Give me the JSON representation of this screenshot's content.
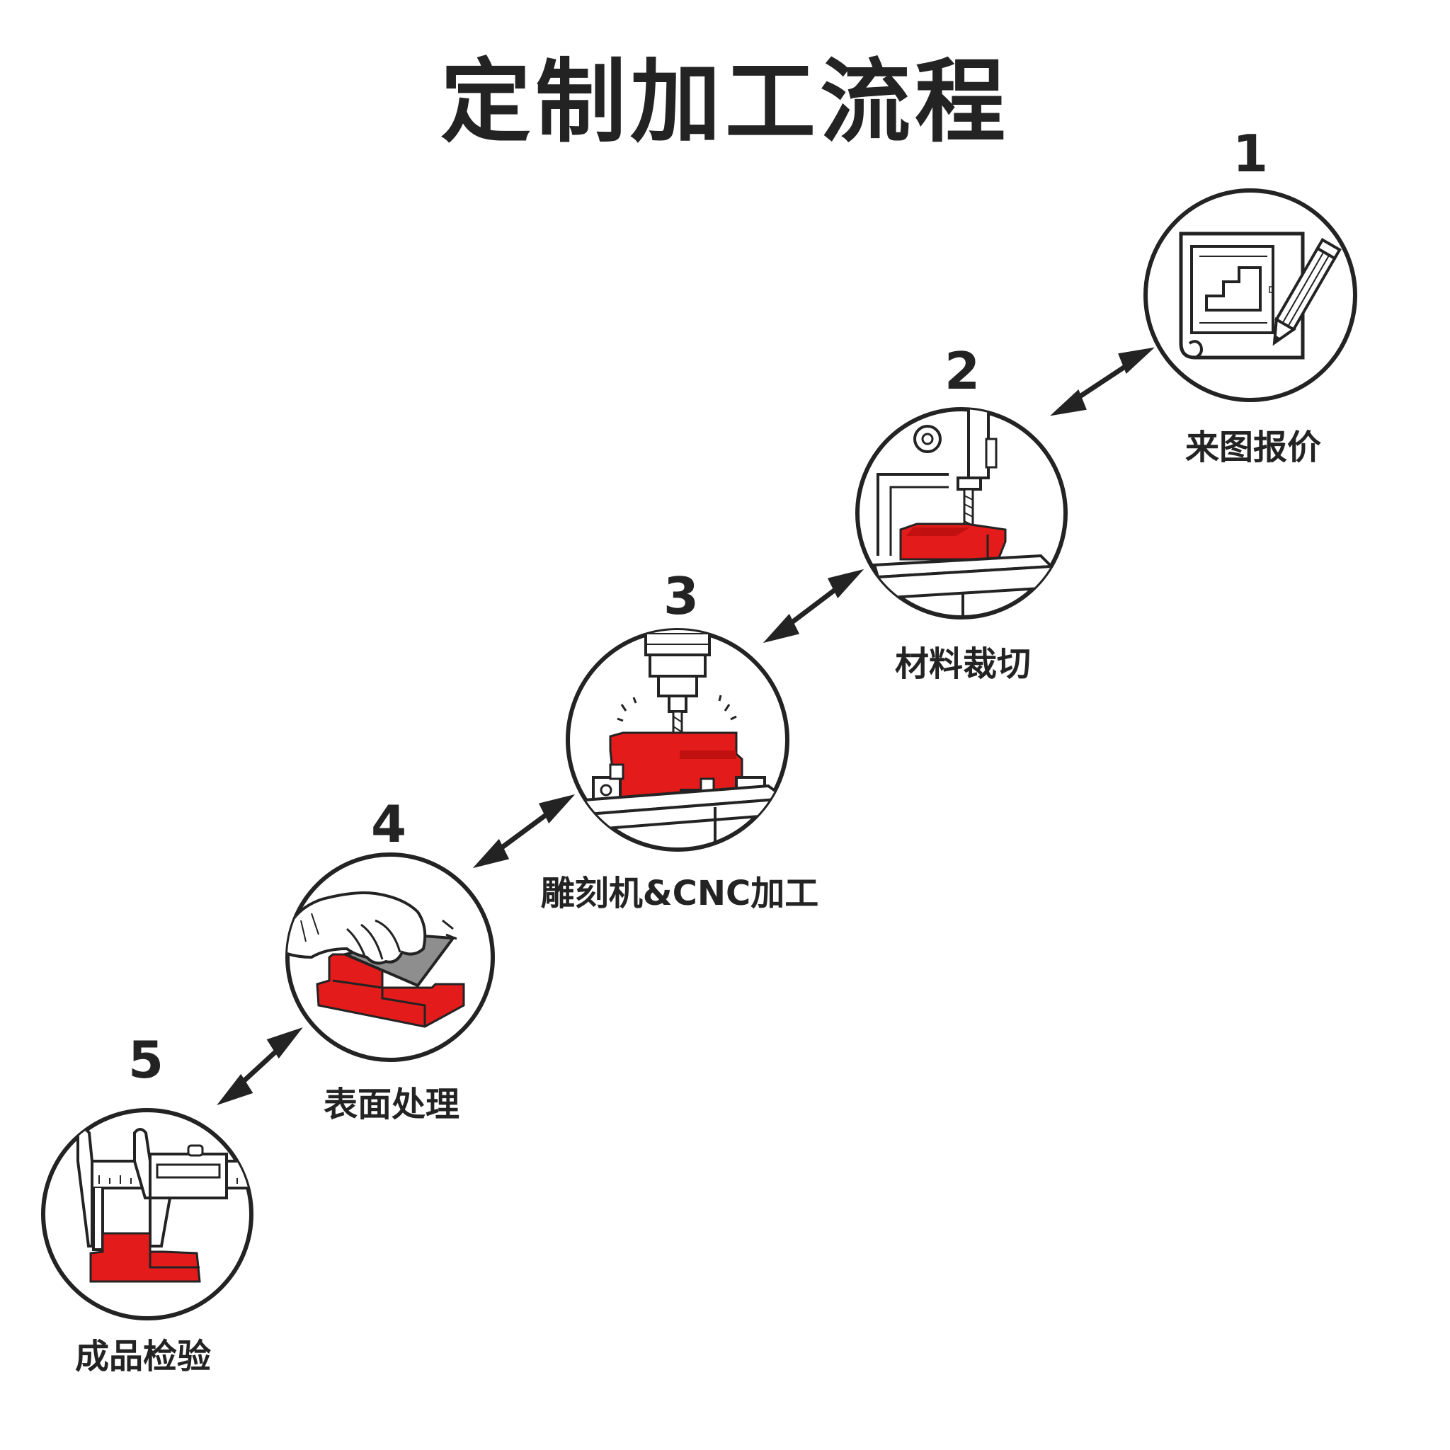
{
  "title": "定制加工流程",
  "steps": [
    {
      "number": "1",
      "label": "来图报价",
      "icon": "drawing-pencil-icon"
    },
    {
      "number": "2",
      "label": "材料裁切",
      "icon": "cutting-machine-icon"
    },
    {
      "number": "3",
      "label": "雕刻机&CNC加工",
      "icon": "cnc-spindle-icon"
    },
    {
      "number": "4",
      "label": "表面处理",
      "icon": "sanding-hand-icon"
    },
    {
      "number": "5",
      "label": "成品检验",
      "icon": "caliper-icon"
    }
  ],
  "colors": {
    "accent": "#e31b1b",
    "ink": "#232323",
    "background": "#ffffff"
  }
}
